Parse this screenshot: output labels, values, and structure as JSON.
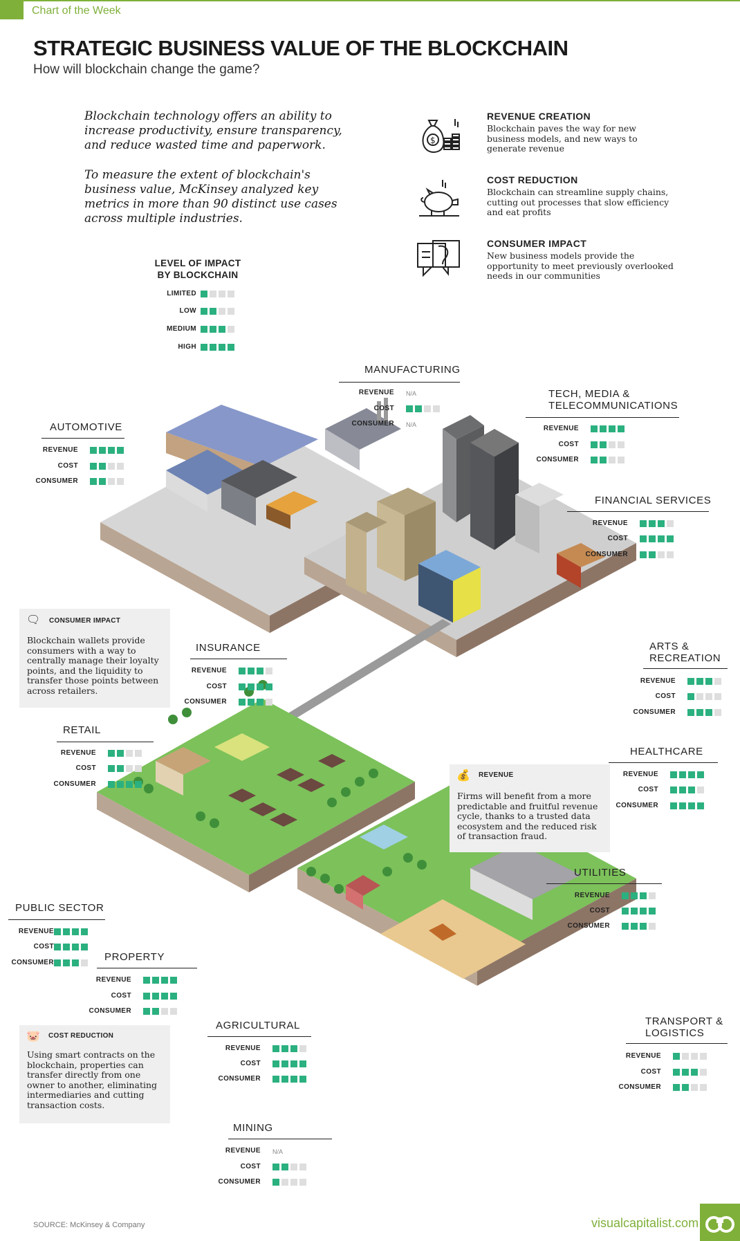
{
  "header": {
    "tag": "Chart of the Week",
    "title": "STRATEGIC BUSINESS VALUE OF THE BLOCKCHAIN",
    "subtitle": "How will blockchain change the game?"
  },
  "intro": {
    "p1": "Blockchain technology offers an ability to increase productivity, ensure transparency, and reduce wasted time and paperwork.",
    "p2": "To measure the extent of blockchain's business value, McKinsey analyzed key metrics in more than 90 distinct use cases across multiple industries."
  },
  "benefits": [
    {
      "title": "REVENUE CREATION",
      "text": "Blockchain paves the way for new business models, and new ways to generate revenue",
      "icon": "money-bag-icon"
    },
    {
      "title": "COST REDUCTION",
      "text": "Blockchain can streamline supply chains, cutting out processes that slow efficiency and eat profits",
      "icon": "piggy-bank-icon"
    },
    {
      "title": "CONSUMER IMPACT",
      "text": "New business models provide the opportunity to meet previously overlooked needs in our communities",
      "icon": "conversation-icon"
    }
  ],
  "legend": {
    "title_line1": "LEVEL OF IMPACT",
    "title_line2": "BY BLOCKCHAIN",
    "levels": [
      {
        "label": "LIMITED",
        "value": 1
      },
      {
        "label": "LOW",
        "value": 2
      },
      {
        "label": "MEDIUM",
        "value": 3
      },
      {
        "label": "HIGH",
        "value": 4
      }
    ]
  },
  "metric_labels": {
    "revenue": "REVENUE",
    "cost": "COST",
    "consumer": "CONSUMER",
    "na": "N/A"
  },
  "industries": [
    {
      "id": "manufacturing",
      "name_line1": "MANUFACTURING",
      "name_line2": "",
      "revenue": null,
      "cost": 2,
      "consumer": null
    },
    {
      "id": "tech",
      "name_line1": "TECH, MEDIA &",
      "name_line2": "TELECOMMUNICATIONS",
      "revenue": 4,
      "cost": 2,
      "consumer": 2
    },
    {
      "id": "automotive",
      "name_line1": "AUTOMOTIVE",
      "name_line2": "",
      "revenue": 4,
      "cost": 2,
      "consumer": 2
    },
    {
      "id": "financial",
      "name_line1": "FINANCIAL SERVICES",
      "name_line2": "",
      "revenue": 3,
      "cost": 4,
      "consumer": 2
    },
    {
      "id": "insurance",
      "name_line1": "INSURANCE",
      "name_line2": "",
      "revenue": 3,
      "cost": 4,
      "consumer": 3
    },
    {
      "id": "arts",
      "name_line1": "ARTS &",
      "name_line2": "RECREATION",
      "revenue": 3,
      "cost": 1,
      "consumer": 3
    },
    {
      "id": "retail",
      "name_line1": "RETAIL",
      "name_line2": "",
      "revenue": 2,
      "cost": 2,
      "consumer": 4
    },
    {
      "id": "healthcare",
      "name_line1": "HEALTHCARE",
      "name_line2": "",
      "revenue": 4,
      "cost": 3,
      "consumer": 4
    },
    {
      "id": "utilities",
      "name_line1": "UTILITIES",
      "name_line2": "",
      "revenue": 3,
      "cost": 4,
      "consumer": 3
    },
    {
      "id": "public",
      "name_line1": "PUBLIC SECTOR",
      "name_line2": "",
      "revenue": 4,
      "cost": 4,
      "consumer": 3
    },
    {
      "id": "property",
      "name_line1": "PROPERTY",
      "name_line2": "",
      "revenue": 4,
      "cost": 4,
      "consumer": 2
    },
    {
      "id": "agricultural",
      "name_line1": "AGRICULTURAL",
      "name_line2": "",
      "revenue": 3,
      "cost": 4,
      "consumer": 4
    },
    {
      "id": "transport",
      "name_line1": "TRANSPORT &",
      "name_line2": "LOGISTICS",
      "revenue": 1,
      "cost": 3,
      "consumer": 2
    },
    {
      "id": "mining",
      "name_line1": "MINING",
      "name_line2": "",
      "revenue": null,
      "cost": 2,
      "consumer": 1
    }
  ],
  "callouts": {
    "consumer": {
      "head": "CONSUMER IMPACT",
      "text": "Blockchain wallets provide consumers with a way to centrally manage their loyalty points, and the liquidity to transfer those points between across retailers."
    },
    "revenue": {
      "head": "REVENUE",
      "text": "Firms will benefit from a more predictable and fruitful revenue cycle, thanks to a trusted data ecosystem and the reduced risk of transaction fraud."
    },
    "cost": {
      "head": "COST REDUCTION",
      "text": "Using smart contracts on the blockchain, properties can transfer directly from one owner to another, eliminating intermediaries and cutting transaction costs."
    }
  },
  "footer": {
    "source": "SOURCE: McKinsey & Company",
    "brand": "visualcapitalist.com"
  },
  "colors": {
    "accent": "#7fb03a",
    "impact": "#2bb07f",
    "empty": "#dedede"
  }
}
